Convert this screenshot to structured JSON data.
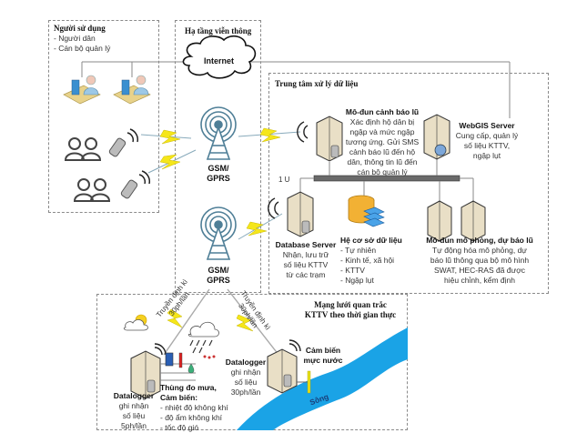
{
  "groups": {
    "users": {
      "title": "Người sử dụng",
      "items": [
        "- Người dân",
        "- Cán bộ quản lý"
      ]
    },
    "telecom": {
      "title": "Hạ tầng viễn thông",
      "internet_label": "Internet",
      "towers": [
        "GSM/\nGPRS",
        "GSM/\nGPRS"
      ],
      "tower_lines": [
        [
          "GSM/",
          "GPRS"
        ],
        [
          "GSM/",
          "GPRS"
        ]
      ]
    },
    "datacenter": {
      "title": "Trung tâm xử lý dữ liệu",
      "switch_label": "1 U",
      "warning_module": {
        "title": "Mô-đun cảnh báo lũ",
        "lines": [
          "Xác định hộ dân bị",
          "ngập và mức ngập",
          "tương ứng. Gửi SMS",
          "cảnh báo lũ đến hộ",
          "dân, thông tin lũ đến",
          "cán bộ quản lý"
        ]
      },
      "webgis": {
        "title": "WebGIS Server",
        "lines": [
          "Cung cấp, quản lý",
          "số liệu KTTV,",
          "ngập lụt"
        ]
      },
      "database_server": {
        "title": "Database Server",
        "lines": [
          "Nhận, lưu trữ",
          "số liệu KTTV",
          "từ các trạm"
        ]
      },
      "database": {
        "title": "Hệ cơ sở dữ liệu",
        "items": [
          "- Tự nhiên",
          "- Kinh tế, xã hội",
          "- KTTV",
          "- Ngập lụt"
        ]
      },
      "simulation_module": {
        "title": "Mô-đun mô phỏng, dự báo lũ",
        "lines": [
          "Tự động hóa mô phỏng, dự",
          "báo lũ thông qua bộ mô hình",
          "SWAT, HEC-RAS đã được",
          "hiệu chỉnh, kểm định"
        ]
      }
    },
    "monitoring": {
      "title_lines": [
        "Mạng lưới quan trắc",
        "KTTV theo thời gian thực"
      ],
      "transmit_left": [
        "Truyền định kì",
        "30ph/lần"
      ],
      "transmit_right": [
        "Truyền định kì",
        "30ph/lần"
      ],
      "datalogger_weather": {
        "title": "Datalogger",
        "lines": [
          "ghi nhận",
          "số liệu",
          "5ph/lần"
        ]
      },
      "sensors": {
        "title_lines": [
          "Thùng đo mưa,",
          "Cảm biến:"
        ],
        "items": [
          "- nhiệt độ không khí",
          "- độ ẩm không khí",
          "- tốc độ gió"
        ]
      },
      "datalogger_water": {
        "title": "Datalogger",
        "lines": [
          "ghi nhận",
          "số liệu",
          "30ph/lần"
        ]
      },
      "water_sensor": {
        "title_lines": [
          "Cảm biến",
          "mực nước"
        ]
      },
      "river_label": "Sông"
    }
  },
  "colors": {
    "lightning": "#f5e61a",
    "river": "#1aa3e6",
    "server": "#e9dfc6",
    "database": "#f2b134",
    "tower": "#4f7f97",
    "dashed_border": "#8a8a8a"
  }
}
